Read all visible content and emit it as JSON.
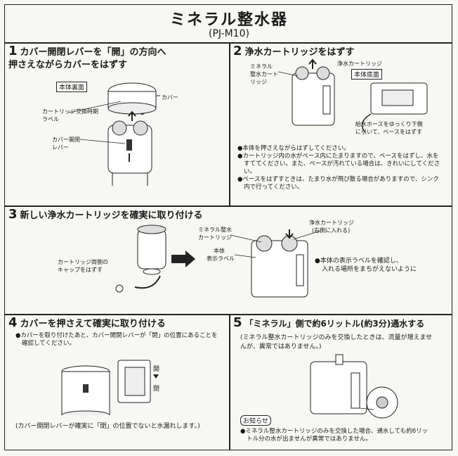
{
  "header": {
    "title": "ミネラル整水器",
    "model": "(PJ-M10)"
  },
  "steps": [
    {
      "num": "1",
      "title_l1": "カバー開閉レバーを「開」の方向へ",
      "title_l2": "押さえながらカバーをはずす",
      "labels": {
        "rear": "本体裏面",
        "cover": "カバー",
        "exchange": "カートリッジ交換時期",
        "exchange2": "ラベル",
        "lever": "カバー開閉",
        "lever2": "レバー",
        "s1": "❶",
        "s2": "❷"
      }
    },
    {
      "num": "2",
      "title": "浄水カートリッジをはずす",
      "labels": {
        "mineral": "ミネラル",
        "mineral2": "整水カート",
        "mineral3": "リッジ",
        "purify": "浄水カートリッジ",
        "bottom": "本体底面",
        "hose1": "給水ホースをゆっくり下側",
        "hose2": "に引いて、ベースをはずす"
      },
      "notes": [
        "●本体を押さえながらはずしてください。",
        "●カートリッジ内の水がベース内にたまりますので、ベースをはずし、水をすててください。また、ベースが汚れている場合は、きれいにしてください。",
        "●ベースをはずすときは、たまり水が飛び散る場合がありますので、シンク内で行ってください。"
      ]
    },
    {
      "num": "3",
      "title": "新しい浄水カートリッジを確実に取り付ける",
      "labels": {
        "cap1": "カートリッジ両側の",
        "cap2": "キャップをはずす",
        "mineral1": "ミネラル整水",
        "mineral2": "カートリッジ",
        "body1": "本体",
        "body2": "表示ラベル",
        "purify1": "浄水カートリッジ",
        "purify2": "(右側に入れる)",
        "note1": "●本体の表示ラベルを確認し、",
        "note2": "入れる場所をまちがえないように"
      }
    },
    {
      "num": "4",
      "title": "カバーを押さえて確実に取り付ける",
      "notes": [
        "●カバーを取り付けたあと、カバー開閉レバーが「閉」の位置にあることを確認してください。"
      ],
      "labels": {
        "open": "開",
        "close": "閉"
      },
      "warning": "(カバー開閉レバーが確実に「閉」の位置でないと水漏れします。)"
    },
    {
      "num": "5",
      "title": "「ミネラル」側で約6リットル(約3分)通水する",
      "bubble": "(ミネラル整水カートリッジのみを交換したときは、流量が増えませんが、異常ではありません。)",
      "notice_title": "お知らせ",
      "notice": "●ミネラル整水カートリッジのみを交換した場合、通水しても約6リットル分の水が出ませんが異常ではありません。"
    }
  ]
}
